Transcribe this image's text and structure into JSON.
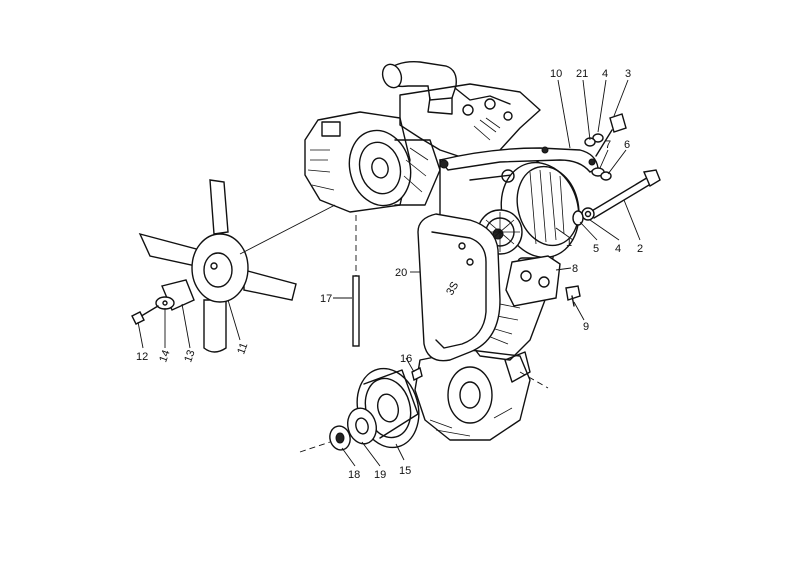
{
  "callouts": [
    {
      "id": "c10",
      "text": "10"
    },
    {
      "id": "c21",
      "text": "21"
    },
    {
      "id": "c4a",
      "text": "4"
    },
    {
      "id": "c3",
      "text": "3"
    },
    {
      "id": "c7",
      "text": "7"
    },
    {
      "id": "c6",
      "text": "6"
    },
    {
      "id": "c2",
      "text": "2"
    },
    {
      "id": "c4b",
      "text": "4"
    },
    {
      "id": "c5",
      "text": "5"
    },
    {
      "id": "c1",
      "text": "1"
    },
    {
      "id": "c8",
      "text": "8"
    },
    {
      "id": "c9",
      "text": "9"
    },
    {
      "id": "c20",
      "text": "20"
    },
    {
      "id": "c17",
      "text": "17"
    },
    {
      "id": "c16",
      "text": "16"
    },
    {
      "id": "c12",
      "text": "12"
    },
    {
      "id": "c14",
      "text": "14"
    },
    {
      "id": "c13",
      "text": "13"
    },
    {
      "id": "c11",
      "text": "11"
    },
    {
      "id": "c18",
      "text": "18"
    },
    {
      "id": "c19",
      "text": "19"
    },
    {
      "id": "c15",
      "text": "15"
    }
  ]
}
